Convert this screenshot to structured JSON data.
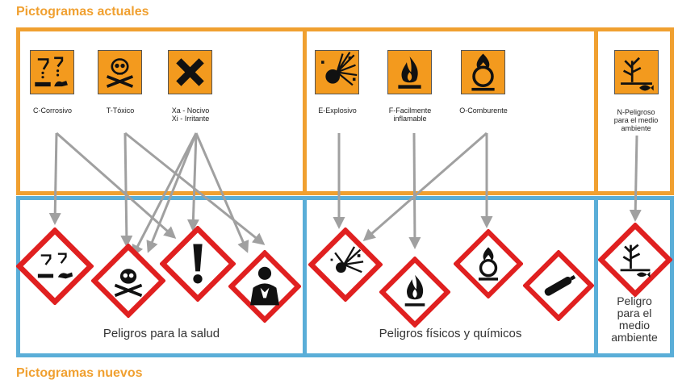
{
  "titles": {
    "top": "Pictogramas actuales",
    "bottom": "Pictogramas nuevos"
  },
  "old_labels": {
    "corrosivo": "C-Corrosivo",
    "toxico": "T-Tóxico",
    "nocivo_1": "Xa - Nocivo",
    "nocivo_2": "Xi - Irritante",
    "explosivo": "E-Explosivo",
    "inflamable_1": "F-Facilmente",
    "inflamable_2": "inflamable",
    "comburente": "O-Comburente",
    "env_1": "N-Peligroso",
    "env_2": "para el medio",
    "env_3": "ambiente"
  },
  "captions": {
    "salud": "Peligros para la salud",
    "fisicos": "Peligros físicos y químicos",
    "env_1": "Peligro",
    "env_2": "para el",
    "env_3": "medio",
    "env_4": "ambiente"
  },
  "icons": [
    "corrosion-icon",
    "skull-crossbones-icon",
    "x-cross-icon",
    "explosion-icon",
    "flame-icon",
    "flame-over-circle-icon",
    "dead-tree-fish-icon",
    "exclamation-icon",
    "health-hazard-icon",
    "gas-cylinder-icon"
  ],
  "colors": {
    "old_frame": "#f0a030",
    "new_frame": "#5aaed8",
    "old_symbol_bg": "#f39a1e",
    "ghs_border": "#e02020",
    "arrow": "#a0a0a0"
  }
}
